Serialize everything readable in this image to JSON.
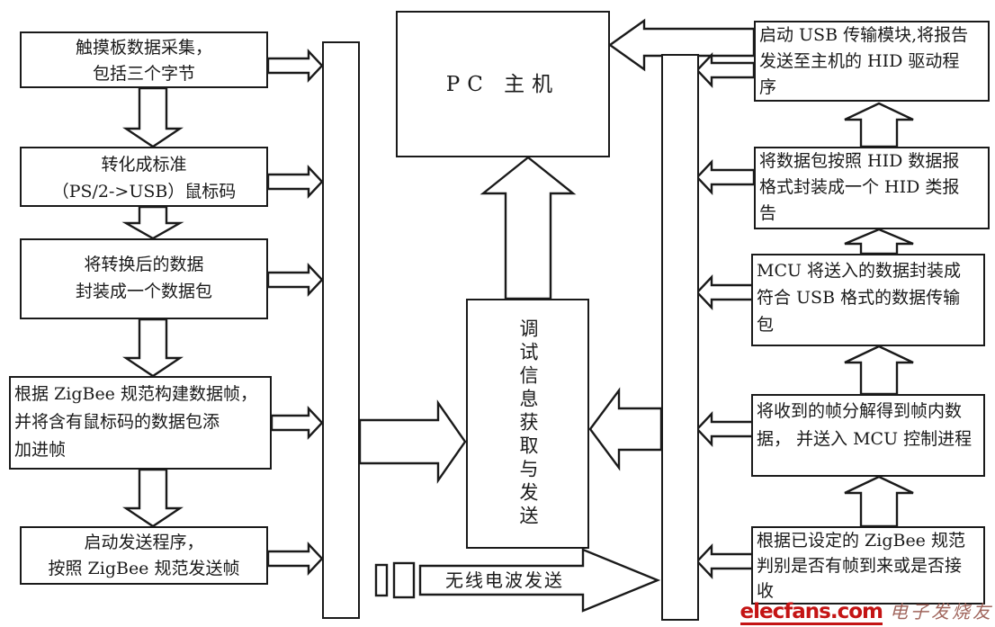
{
  "left_flow": {
    "box1": "触摸板数据采集，\n包括三个字节",
    "box2": "转化成标准\n（PS/2->USB）鼠标码",
    "box3": "将转换后的数据\n封装成一个数据包",
    "box4": "根据 ZigBee 规范构建数据帧，\n并将含有鼠标码的数据包添\n加进帧",
    "box5": "启动发送程序，\n按照 ZigBee 规范发送帧"
  },
  "center": {
    "pc_host": "PC 主机",
    "debug_box": "调试信息获取与发送",
    "radio_label": "无线电波发送"
  },
  "right_flow": {
    "box1": "启动 USB 传输模块,将报告\n发送至主机的 HID 驱动程\n序",
    "box2": "将数据包按照 HID 数据报\n格式封装成一个 HID 类报\n告",
    "box3": "MCU 将送入的数据封装成\n符合 USB 格式的数据传输\n包",
    "box4": "将收到的帧分解得到帧内数\n据， 并送入 MCU 控制进程",
    "box5": "根据已设定的 ZigBee 规范\n判别是否有帧到来或是否接\n收"
  },
  "watermark": {
    "brand": "elecfans.com",
    "brand_cn": "电子发烧友",
    "brand_color": "#c41414",
    "brand_cn_color": "#a0655c"
  },
  "colors": {
    "line": "#1a1a1a",
    "background": "#ffffff"
  }
}
